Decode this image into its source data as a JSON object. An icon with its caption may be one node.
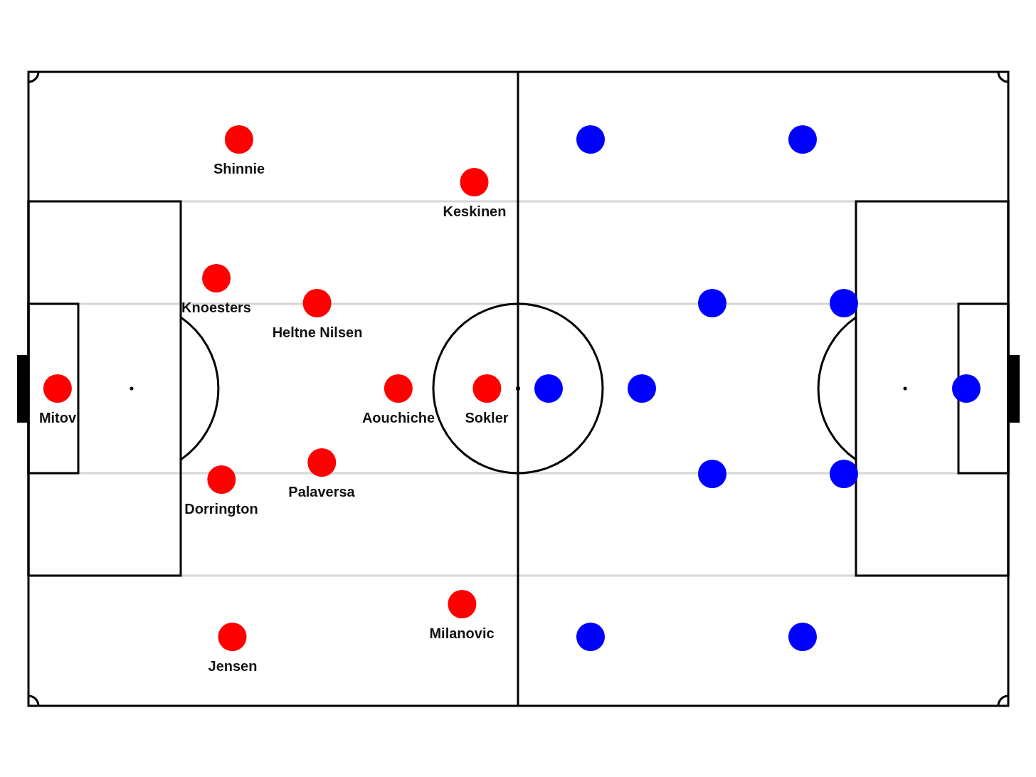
{
  "diagram": {
    "nodes": [
      {
        "text": [
          "Shinnie"
        ]
      },
      {
        "text": [],
        "shape": "circle"
      },
      {
        "text": [],
        "shape": "circle"
      },
      {
        "text": [
          "Keskinen"
        ]
      },
      {
        "text": [
          "Knoesters"
        ]
      },
      {
        "text": [
          "Heltne Nilsen"
        ]
      },
      {
        "text": [],
        "shape": "circle"
      },
      {
        "text": [],
        "shape": "circle"
      },
      {
        "text": [
          "Mitov"
        ]
      },
      {
        "text": [
          "Aouchiche"
        ]
      },
      {
        "text": [
          "Sokler"
        ]
      },
      {
        "text": [],
        "shape": "circle"
      },
      {
        "text": [],
        "shape": "circle"
      },
      {
        "text": [],
        "shape": "circle"
      },
      {
        "text": [
          "Palaversa"
        ]
      },
      {
        "text": [],
        "shape": "circle"
      },
      {
        "text": [],
        "shape": "circle"
      },
      {
        "text": [
          "Dorrington"
        ]
      },
      {
        "text": [
          "Milanovic"
        ]
      },
      {
        "text": [],
        "shape": "circle"
      },
      {
        "text": [],
        "shape": "circle"
      },
      {
        "text": [
          "Jensen"
        ]
      }
    ]
  }
}
